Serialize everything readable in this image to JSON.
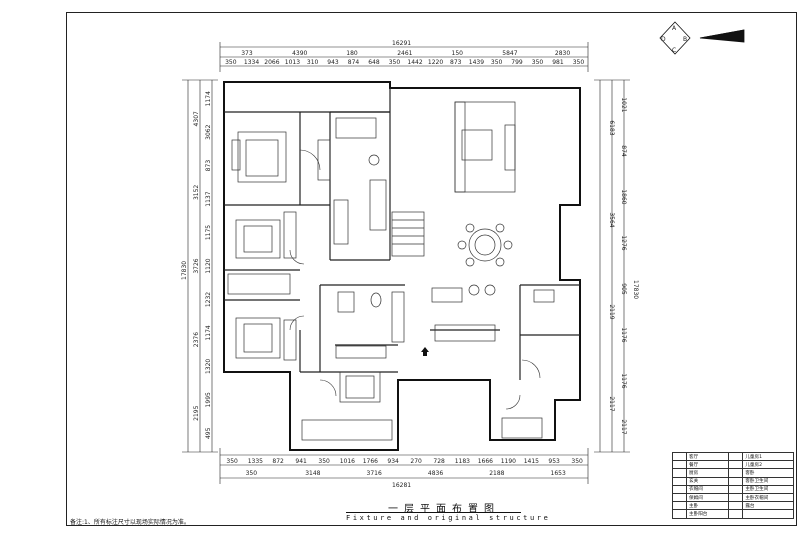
{
  "drawing": {
    "title_cn": "一层平面布置图",
    "title_en": "Fixture and original structure",
    "note": "备注:1、所有标注尺寸以现场实际情况为准。",
    "north_letters": [
      "A",
      "B",
      "C",
      "D"
    ]
  },
  "dimensions": {
    "top_total": "16291",
    "top_row1": [
      "373",
      "4390",
      "180",
      "2461",
      "150",
      "5847",
      "2830"
    ],
    "top_row2": [
      "350",
      "1334",
      "2066",
      "1013",
      "310",
      "943",
      "874",
      "648",
      "350",
      "1442",
      "1220",
      "873",
      "1439",
      "350",
      "799",
      "350",
      "981",
      "350"
    ],
    "bottom_row1": [
      "350",
      "1335",
      "872",
      "941",
      "350",
      "1016",
      "1766",
      "934",
      "270",
      "728",
      "1183",
      "1666",
      "1190",
      "1415",
      "953",
      "350"
    ],
    "bottom_row2": [
      "350",
      "3148",
      "3716",
      "4836",
      "2188",
      "1653"
    ],
    "bottom_total": "16281",
    "left_total": "17830",
    "left_row": [
      "4307",
      "3152",
      "3726",
      "2376",
      "2195"
    ],
    "left_fine": [
      "1174",
      "3062",
      "873",
      "1137",
      "1175",
      "1120",
      "1232",
      "1174",
      "1320",
      "1995",
      "495"
    ],
    "right_total": "17830",
    "right_row": [
      "6183",
      "3564",
      "2119",
      "2117"
    ],
    "right_fine": [
      "1021",
      "874",
      "1860",
      "1276",
      "905",
      "1176",
      "1176",
      "2117"
    ]
  },
  "legend": [
    {
      "a": "客厅",
      "b": "儿童房1"
    },
    {
      "a": "餐厅",
      "b": "儿童房2"
    },
    {
      "a": "厨房",
      "b": "客卧"
    },
    {
      "a": "玄关",
      "b": "客卧卫生间"
    },
    {
      "a": "衣帽间",
      "b": "主卧卫生间"
    },
    {
      "a": "保姆间",
      "b": "主卧衣帽间"
    },
    {
      "a": "主卧",
      "b": "露台"
    },
    {
      "a": "主卧阳台",
      "b": ""
    }
  ]
}
